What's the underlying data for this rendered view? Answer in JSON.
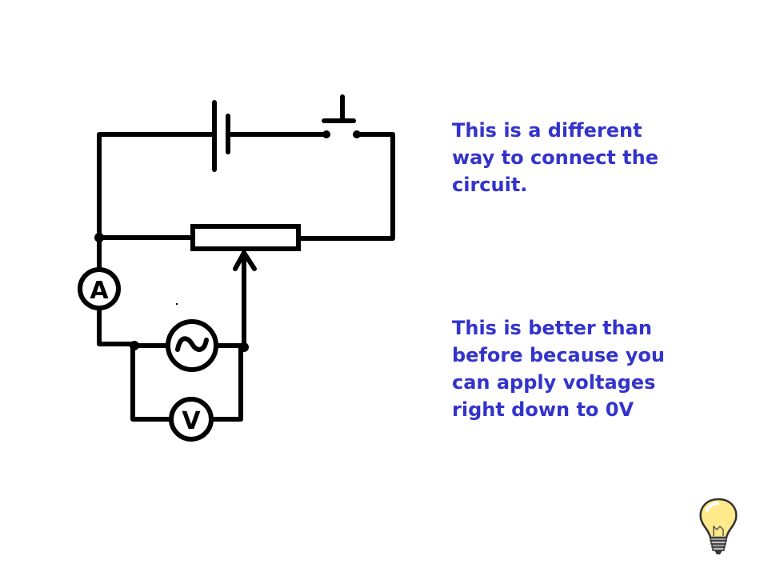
{
  "slide": {
    "text_top": "This is a different\nway to connect the\ncircuit.",
    "text_bottom": "This is better than\nbefore because you\ncan apply voltages\nright down to 0V",
    "text_color": "#3333cc"
  },
  "circuit": {
    "ammeter_label": "A",
    "voltmeter_label": "V"
  },
  "icons": [
    "lightbulb-icon"
  ]
}
